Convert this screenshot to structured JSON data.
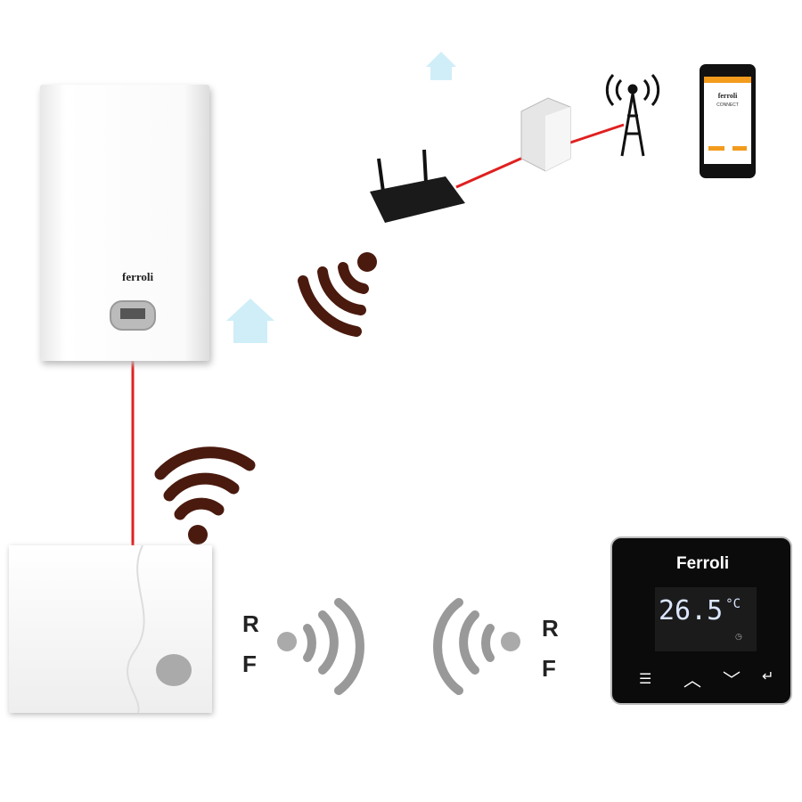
{
  "boiler": {
    "brand": "ferroli"
  },
  "phone": {
    "brand": "ferroli",
    "app_title": "CONNECT"
  },
  "thermostat": {
    "brand": "Ferroli",
    "temperature": "26.5",
    "unit": "°C",
    "buttons": [
      "menu",
      "up",
      "down",
      "enter"
    ]
  },
  "rf_left": {
    "r": "R",
    "f": "F"
  },
  "rf_right": {
    "r": "R",
    "f": "F"
  },
  "colors": {
    "link_line": "#e02020",
    "wifi": "#4a1a0e",
    "rf": "#999999",
    "house": "#cfeef8"
  }
}
